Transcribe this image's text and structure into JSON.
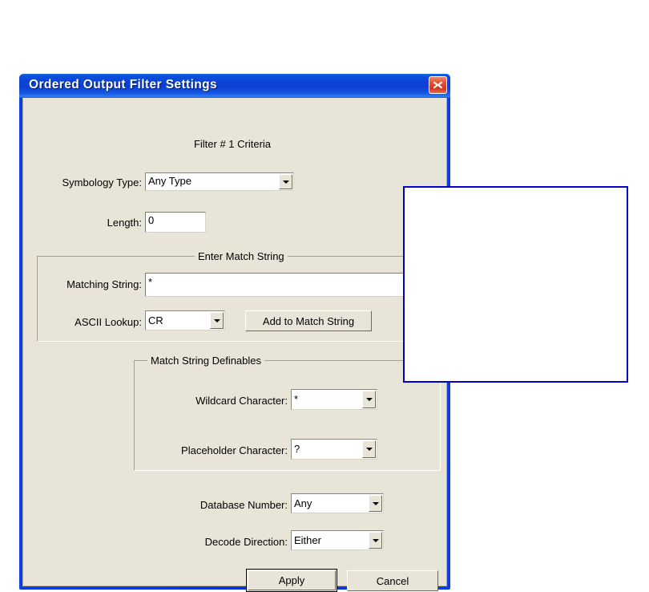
{
  "window": {
    "title": "Ordered Output Filter Settings",
    "close_icon": "close-icon"
  },
  "form": {
    "heading": "Filter # 1 Criteria",
    "symbology_type": {
      "label": "Symbology Type:",
      "value": "Any Type"
    },
    "length": {
      "label": "Length:",
      "value": "0"
    },
    "match_string_group": {
      "title": "Enter Match String",
      "matching_string": {
        "label": "Matching String:",
        "value": "*"
      },
      "ascii_lookup": {
        "label": "ASCII Lookup:",
        "value": "CR"
      },
      "add_button": "Add to Match String"
    },
    "definables_group": {
      "title": "Match String Definables",
      "wildcard": {
        "label": "Wildcard Character:",
        "value": "*"
      },
      "placeholder": {
        "label": "Placeholder Character:",
        "value": "?"
      }
    },
    "database_number": {
      "label": "Database Number:",
      "value": "Any"
    },
    "decode_direction": {
      "label": "Decode Direction:",
      "value": "Either"
    }
  },
  "buttons": {
    "apply": "Apply",
    "cancel": "Cancel"
  },
  "overlay": {
    "content": ""
  },
  "colors": {
    "title_bar": "#0b40d4",
    "dialog_face": "#e8e5d8",
    "close_button": "#d2341a",
    "overlay_border": "#0000cc"
  }
}
